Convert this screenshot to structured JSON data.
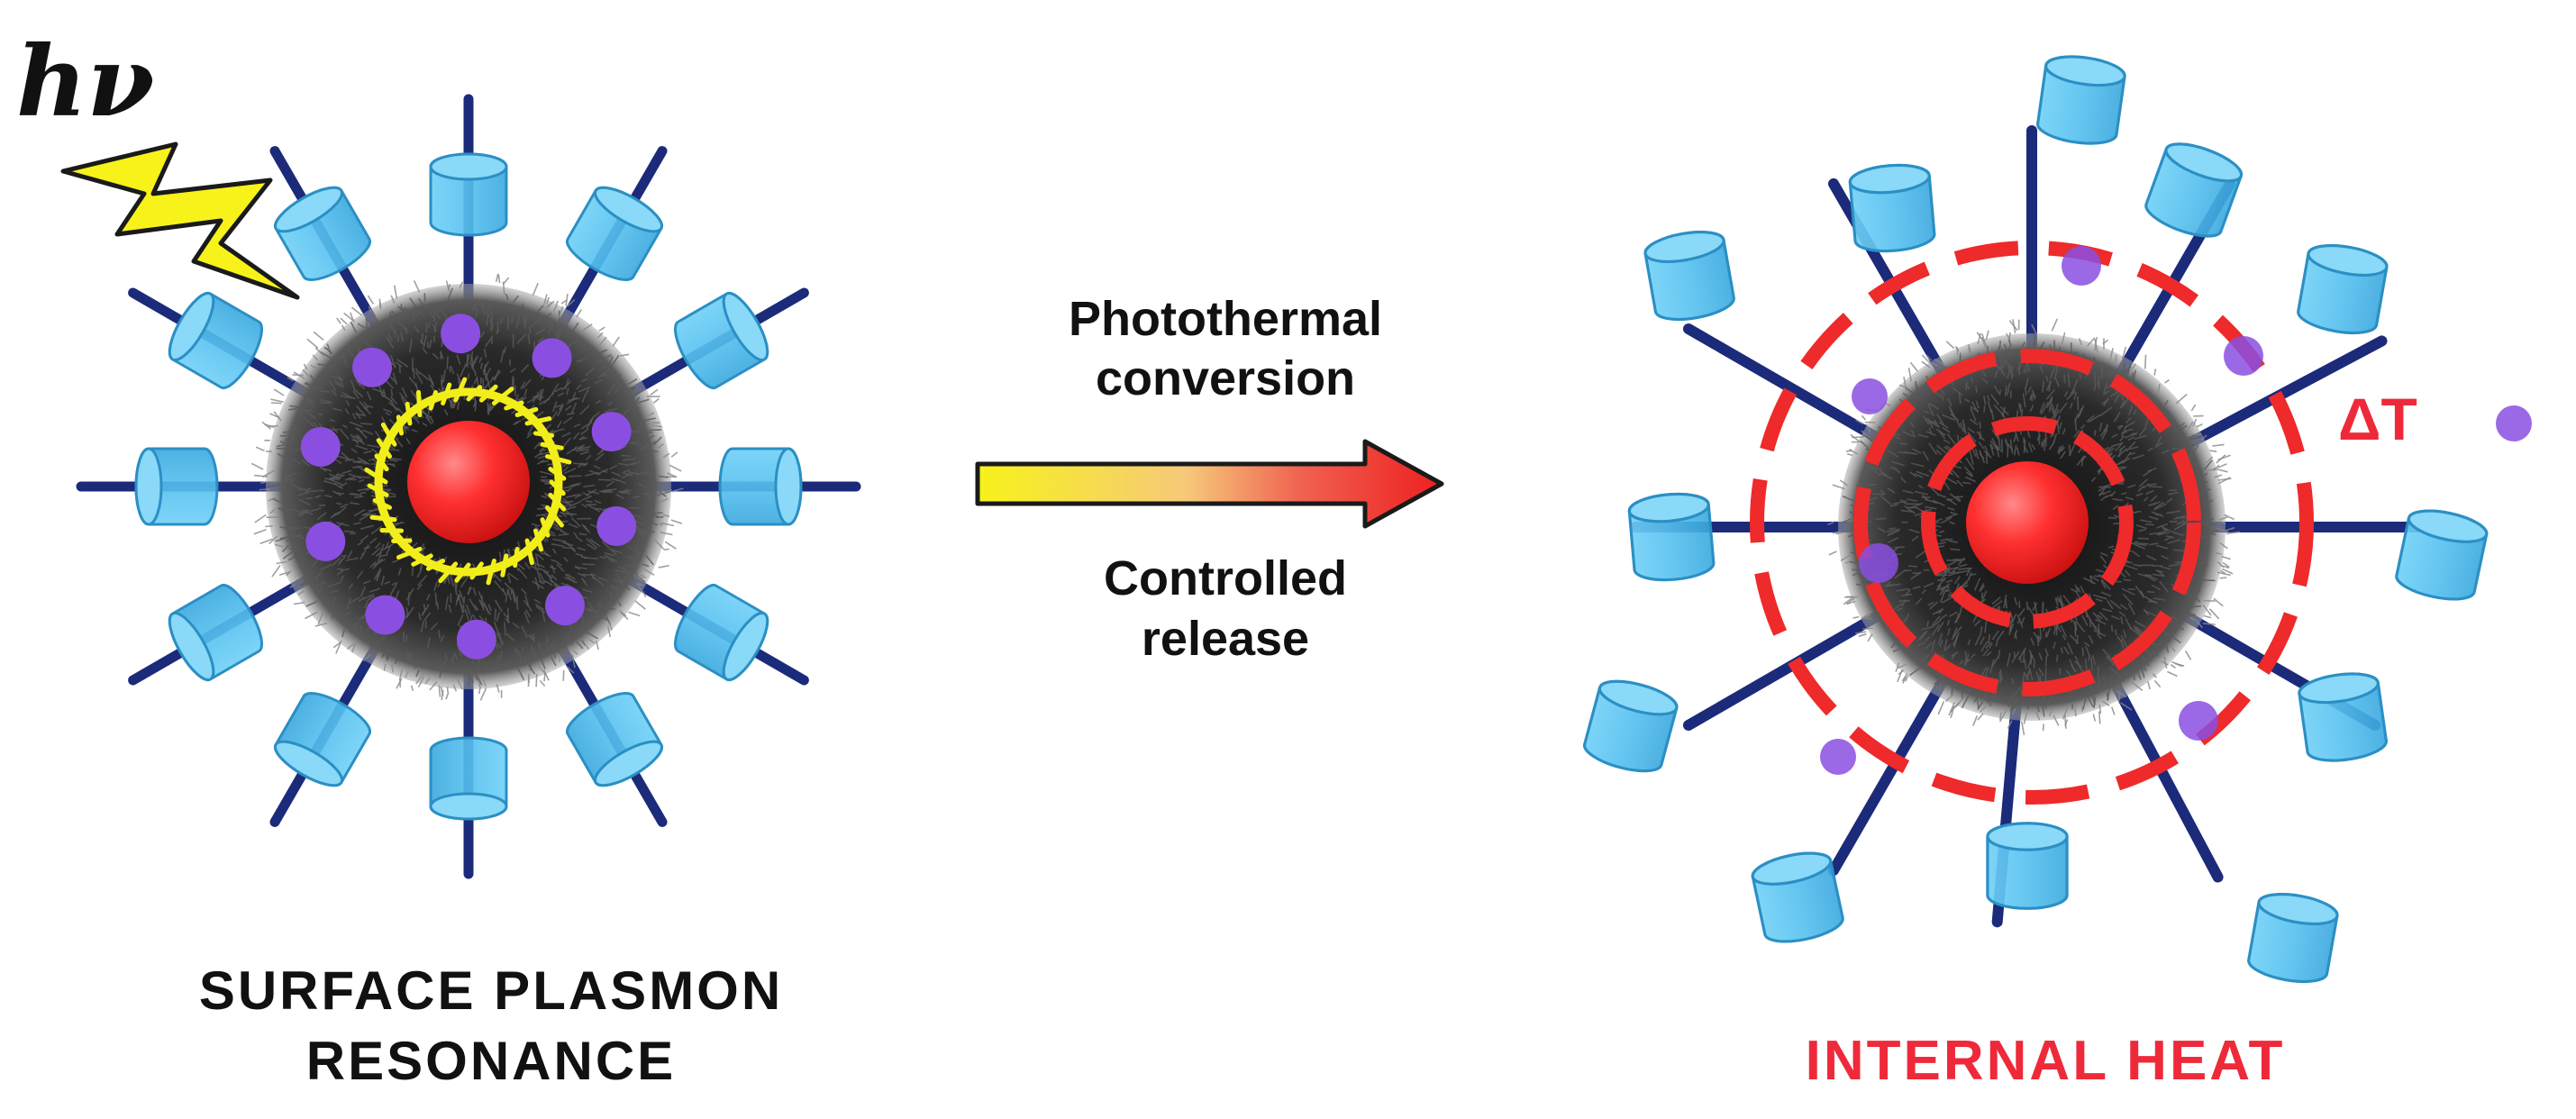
{
  "labels": {
    "photon": "hν",
    "process_top_line1": "Photothermal",
    "process_top_line2": "conversion",
    "process_bottom_line1": "Controlled",
    "process_bottom_line2": "release",
    "left_caption_line1": "SURFACE PLASMON",
    "left_caption_line2": "RESONANCE",
    "right_caption": "INTERNAL HEAT",
    "delta_t": "ΔT"
  },
  "colors": {
    "core": "#ff2a2a",
    "shell": "#1a1a1a",
    "capsule": "#5cc6f2",
    "capsule_edge": "#2b8fc4",
    "stalk": "#1c2a7a",
    "cargo": "#8a4fe0",
    "plasmon_ring": "#f2ee1a",
    "heat_dash": "#ee2a2a",
    "heat_text": "#ee2a3a",
    "lightning": "#f7f21a",
    "arrow_start": "#f7f21a",
    "arrow_end": "#ee2020"
  },
  "icons": {
    "photon": "lightning-bolt-icon",
    "process": "right-arrow-icon"
  }
}
